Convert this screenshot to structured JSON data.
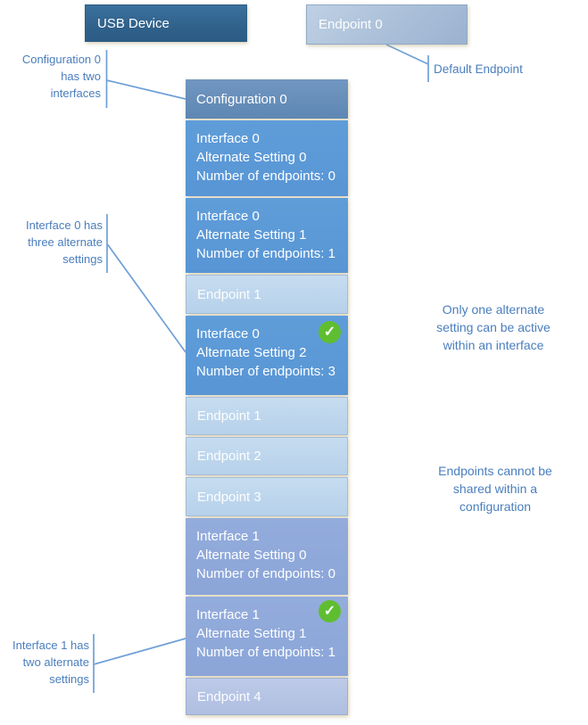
{
  "top_boxes": {
    "usb_device": "USB Device",
    "endpoint0": "Endpoint 0"
  },
  "annotations": {
    "config_note": [
      "Configuration 0",
      "has two",
      "interfaces"
    ],
    "default_endpoint": "Default Endpoint",
    "interface0_note": [
      "Interface 0 has",
      "three alternate",
      "settings"
    ],
    "interface1_note": [
      "Interface 1 has",
      "two alternate",
      "settings"
    ],
    "alt_setting_note": [
      "Only one alternate",
      "setting can be active",
      "within an interface"
    ],
    "endpoint_note": [
      "Endpoints cannot be",
      "shared within a",
      "configuration"
    ]
  },
  "column": {
    "rows": [
      {
        "kind": "configuration",
        "label": "Configuration 0"
      },
      {
        "kind": "interface",
        "lines": [
          "Interface 0",
          "Alternate Setting 0",
          "Number of endpoints: 0"
        ],
        "active": false
      },
      {
        "kind": "interface",
        "lines": [
          "Interface 0",
          "Alternate Setting 1",
          "Number of endpoints: 1"
        ],
        "active": false
      },
      {
        "kind": "endpoint",
        "label": "Endpoint 1"
      },
      {
        "kind": "interface",
        "lines": [
          "Interface 0",
          "Alternate Setting 2",
          "Number of endpoints: 3"
        ],
        "active": true
      },
      {
        "kind": "endpoint",
        "label": "Endpoint 1"
      },
      {
        "kind": "endpoint",
        "label": "Endpoint 2"
      },
      {
        "kind": "endpoint",
        "label": "Endpoint 3"
      },
      {
        "kind": "interface",
        "lines": [
          "Interface 1",
          "Alternate Setting 0",
          "Number of endpoints: 0"
        ],
        "active": false
      },
      {
        "kind": "interface",
        "lines": [
          "Interface 1",
          "Alternate Setting 1",
          "Number of endpoints: 1"
        ],
        "active": true
      },
      {
        "kind": "endpoint",
        "label": "Endpoint 4"
      }
    ]
  },
  "icons": {
    "active_check": "✓"
  },
  "colors": {
    "usb_box": "#316290",
    "endpoint0_box": "#a7bdd6",
    "configuration_box": "#6690bc",
    "interface0_box": "#5b9ad8",
    "endpoint_light_box": "#bdd7ee",
    "interface1_box": "#8fa9da",
    "endpoint4_box": "#b5c4e4",
    "connector_line": "#6fa0d8",
    "annotation_text": "#4a7ebd",
    "active_check_green": "#5fbe30"
  }
}
